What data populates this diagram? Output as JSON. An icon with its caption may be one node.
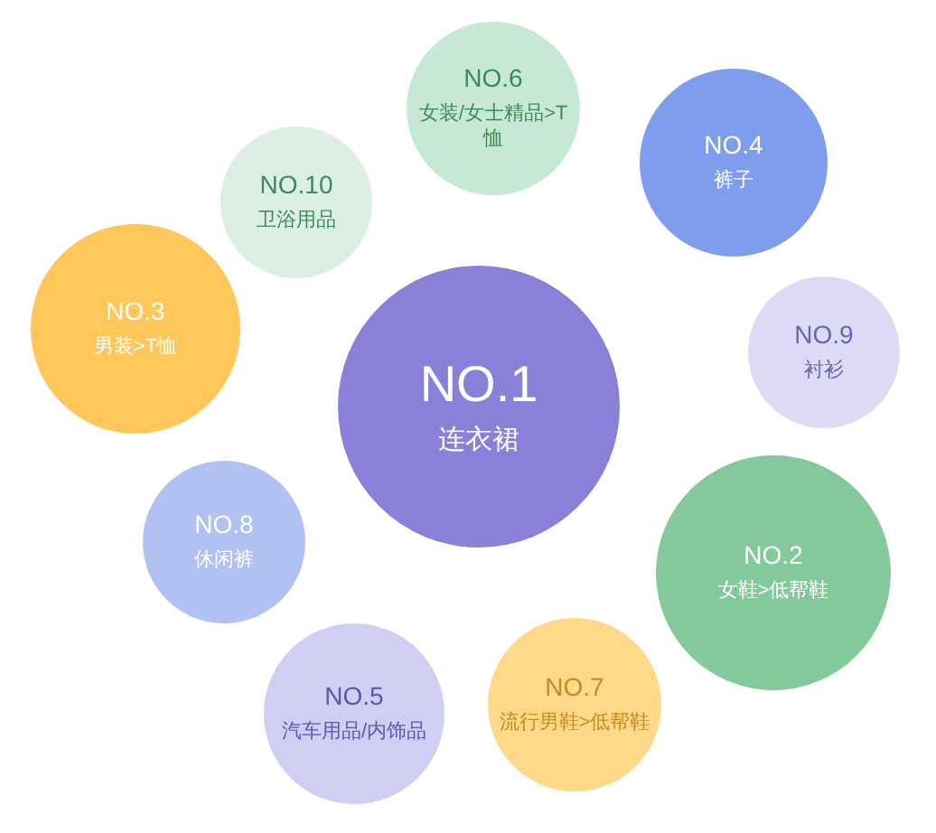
{
  "diagram": {
    "nodes": [
      {
        "text": [
          "NO.6",
          "女装/女士精品>T恤"
        ]
      },
      {
        "text": [
          "NO.4",
          "裤子"
        ]
      },
      {
        "text": [
          "NO.10",
          "卫浴用品"
        ]
      },
      {
        "text": [
          "NO.3",
          "男装>T恤"
        ]
      },
      {
        "text": [
          "NO.1",
          "连衣裙"
        ]
      },
      {
        "text": [
          "NO.9",
          "衬衫"
        ]
      },
      {
        "text": [
          "NO.8",
          "休闲裤"
        ]
      },
      {
        "text": [
          "NO.2",
          "女鞋>低帮鞋"
        ]
      },
      {
        "text": [
          "NO.5",
          "汽车用品/内饰品"
        ]
      },
      {
        "text": [
          "NO.7",
          "流行男鞋>低帮鞋"
        ]
      }
    ]
  }
}
